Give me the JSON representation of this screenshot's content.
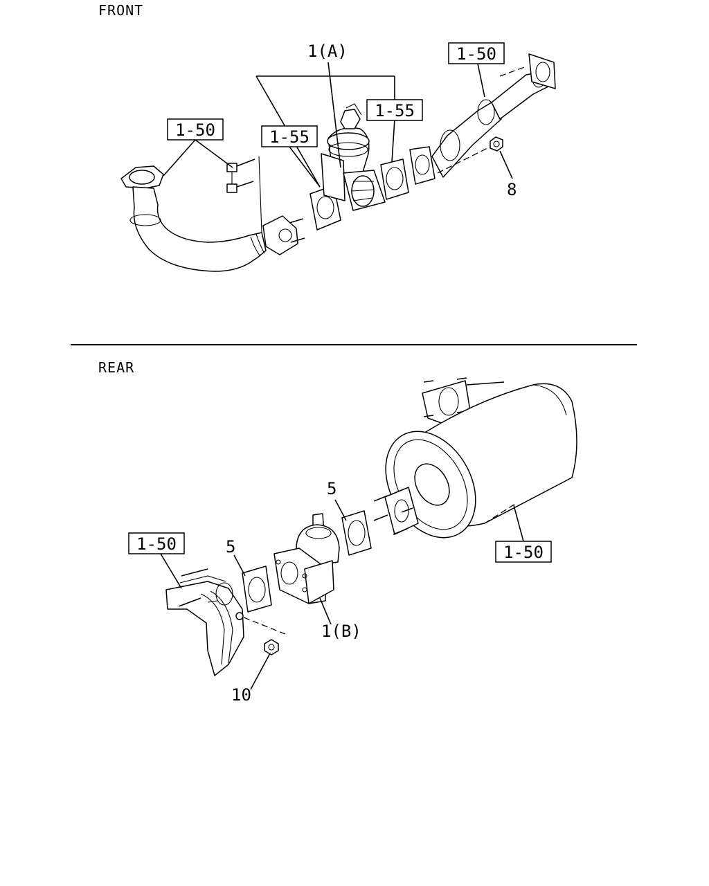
{
  "sections": {
    "front": "FRONT",
    "rear": "REAR"
  },
  "callouts": {
    "front_ref_left": "1-50",
    "front_ref_mid": "1-55",
    "front_ref_mid2": "1-55",
    "front_ref_right": "1-50",
    "front_part_a": "1(A)",
    "front_part_8": "8",
    "rear_ref_left": "1-50",
    "rear_ref_right": "1-50",
    "rear_gasket_left": "5",
    "rear_gasket_right": "5",
    "rear_part_b": "1(B)",
    "rear_part_10": "10"
  }
}
